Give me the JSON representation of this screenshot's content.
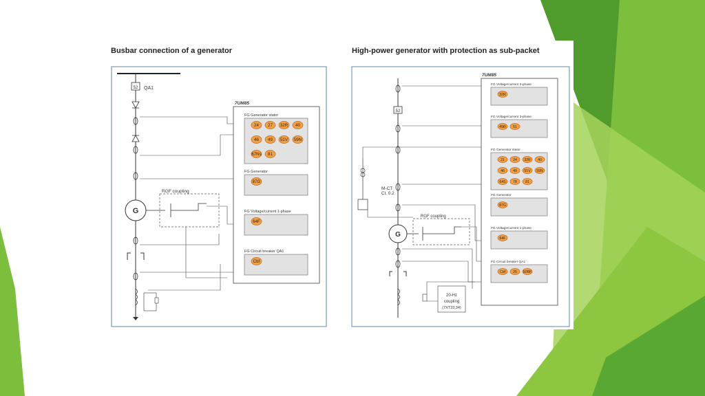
{
  "slide": {
    "accent_colors": [
      "#8dc63f",
      "#6db33f",
      "#4e9a2a",
      "#a9d35a"
    ]
  },
  "left": {
    "title": "Busbar connection of a generator",
    "device": "7UM85",
    "qa_label": "QA1",
    "breaker_code": "52",
    "rgf_label": "RGF coupling",
    "gen_label": "G",
    "groups": [
      {
        "name": "FG Generator stator",
        "codes": [
          "24",
          "27",
          "32R",
          "40",
          "46",
          "49",
          "51V",
          "59N",
          "67Ns",
          "81"
        ]
      },
      {
        "name": "FG Generator",
        "codes": [
          "87G"
        ]
      },
      {
        "name": "FG Voltage/current 1-phase",
        "codes": [
          "64F"
        ]
      },
      {
        "name": "FG Circuit breaker QA1",
        "codes": [
          "Cbf"
        ]
      }
    ]
  },
  "right": {
    "title": "High-power generator with protection as sub-packet",
    "device": "7UM85",
    "breaker_code": "52",
    "mct_label": "M-CT",
    "mct_class": "Cl. 0.2",
    "rgf_label": "RGF coupling",
    "gen_label": "G",
    "coupling_lines": [
      "20-Hz",
      "coupling",
      "(7XT33,34)"
    ],
    "groups": [
      {
        "name": "FG Voltage/current 3-phase",
        "codes": [
          "32R"
        ]
      },
      {
        "name": "FG Voltage/current 3-phase",
        "codes": [
          "49R",
          "51"
        ]
      },
      {
        "name": "FG Generator stator",
        "codes": [
          "21",
          "24",
          "32R",
          "40",
          "46",
          "49",
          "51V",
          "59N",
          "64S",
          "78",
          "81"
        ]
      },
      {
        "name": "FG Generator",
        "codes": [
          "87G"
        ]
      },
      {
        "name": "FG Voltage/current 1-phase",
        "codes": [
          "64F"
        ]
      },
      {
        "name": "FG Circuit breaker QA1",
        "codes": [
          "Cbf",
          "25",
          "50BF"
        ]
      }
    ]
  }
}
